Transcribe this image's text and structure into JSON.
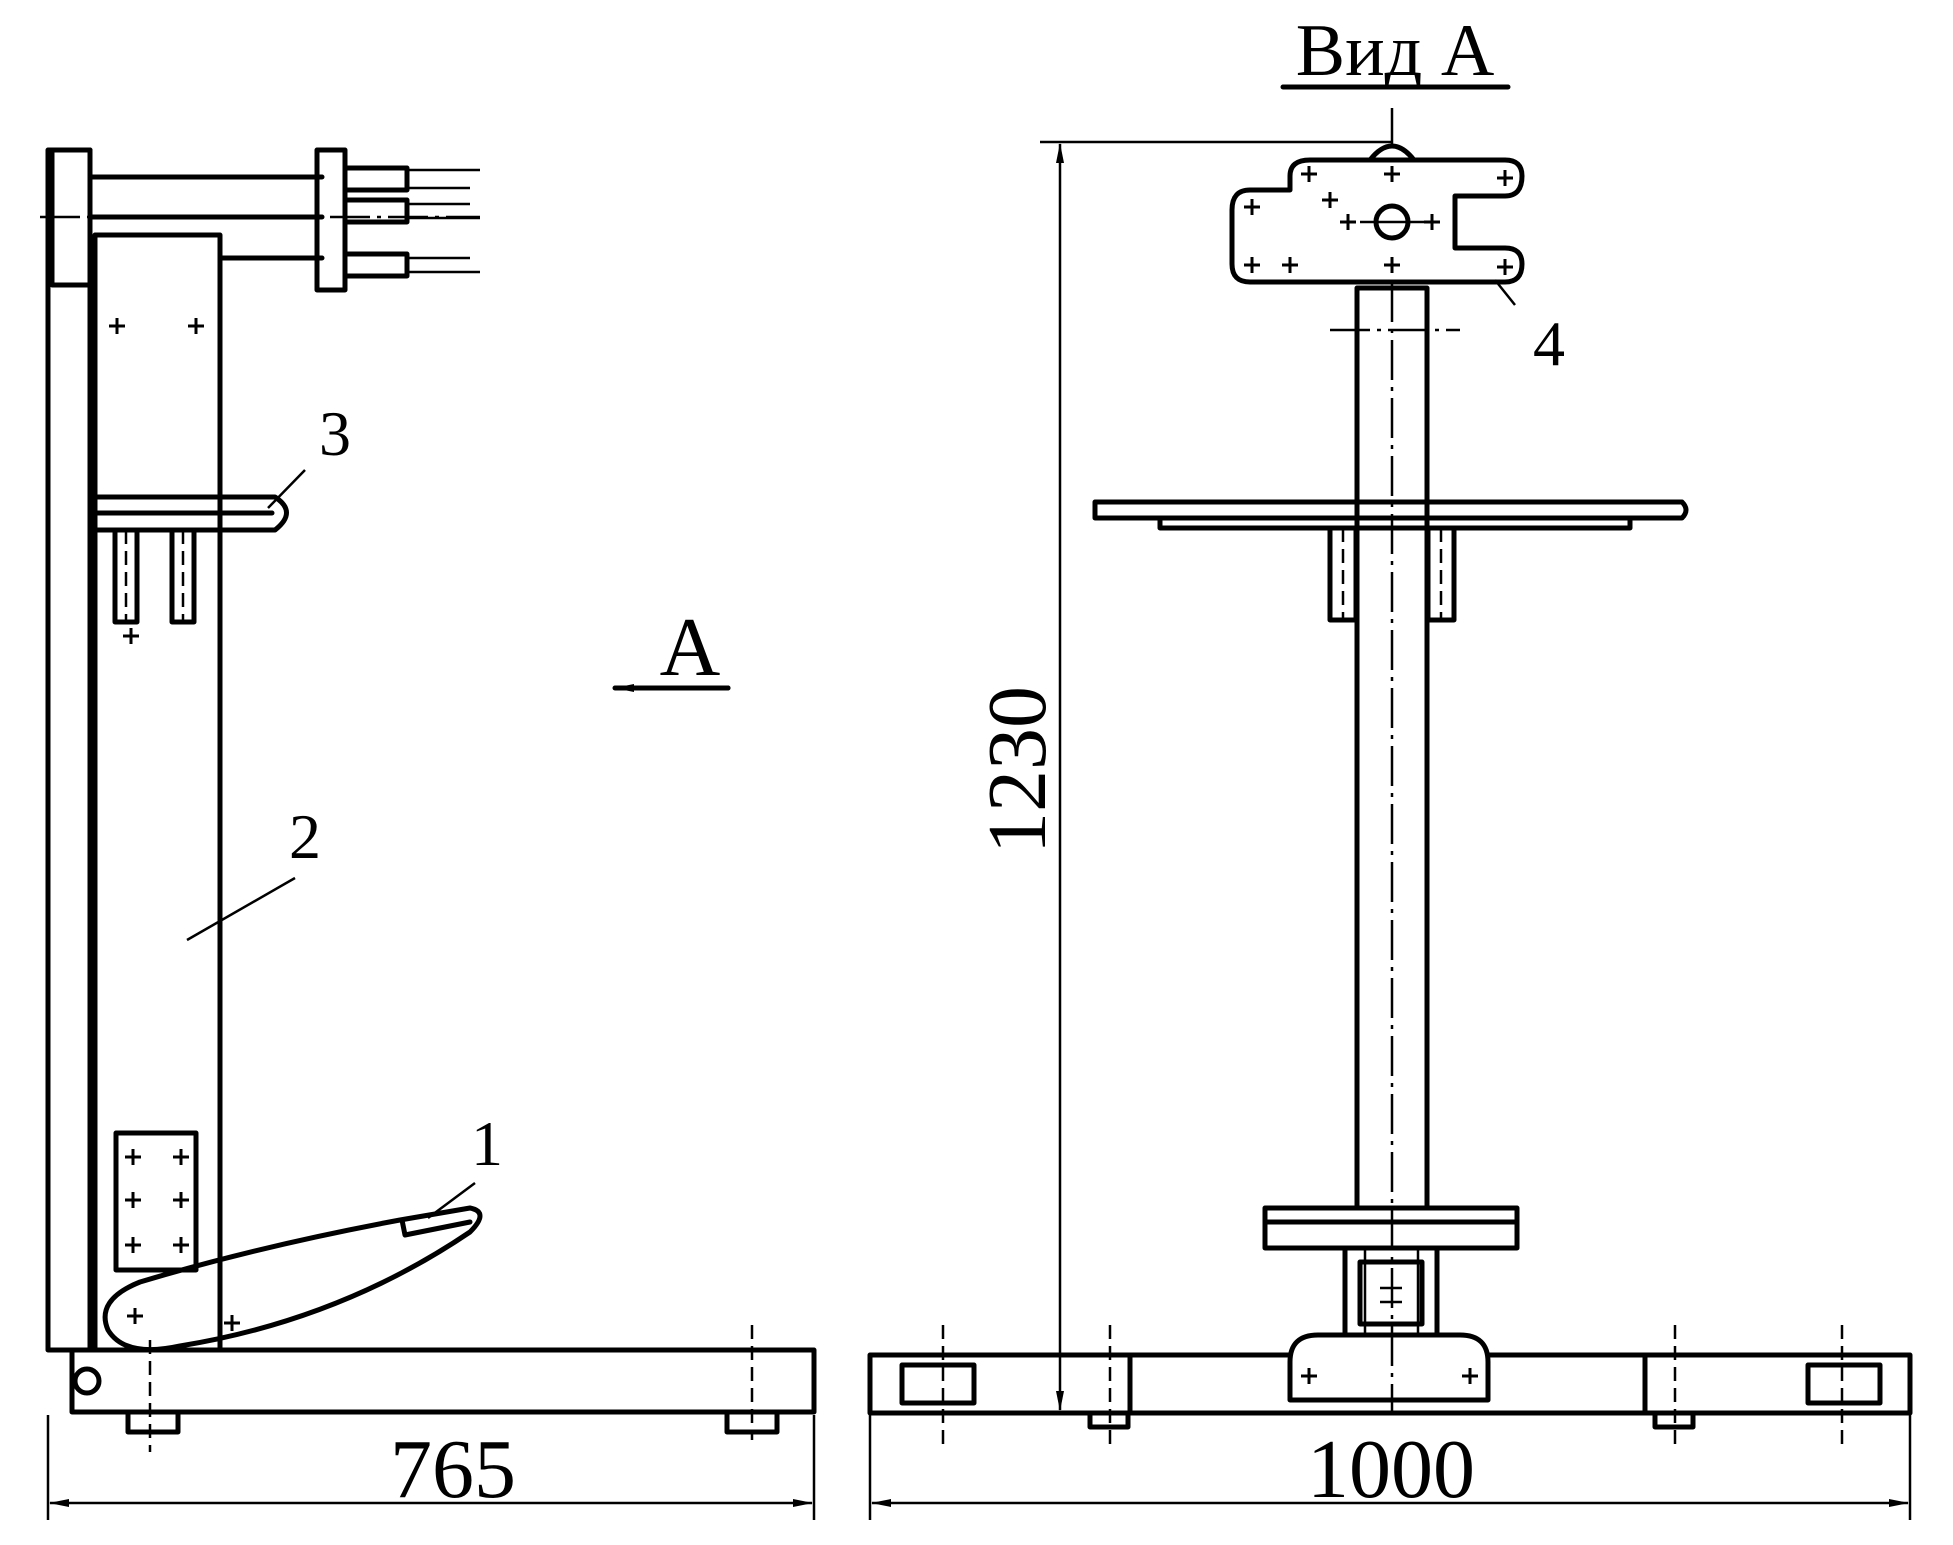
{
  "title": "Вид А",
  "view_arrow_label": "А",
  "callouts": {
    "one": "1",
    "two": "2",
    "three": "3",
    "four": "4"
  },
  "dimensions": {
    "side_width": "765",
    "front_width": "1000",
    "height": "1230"
  }
}
